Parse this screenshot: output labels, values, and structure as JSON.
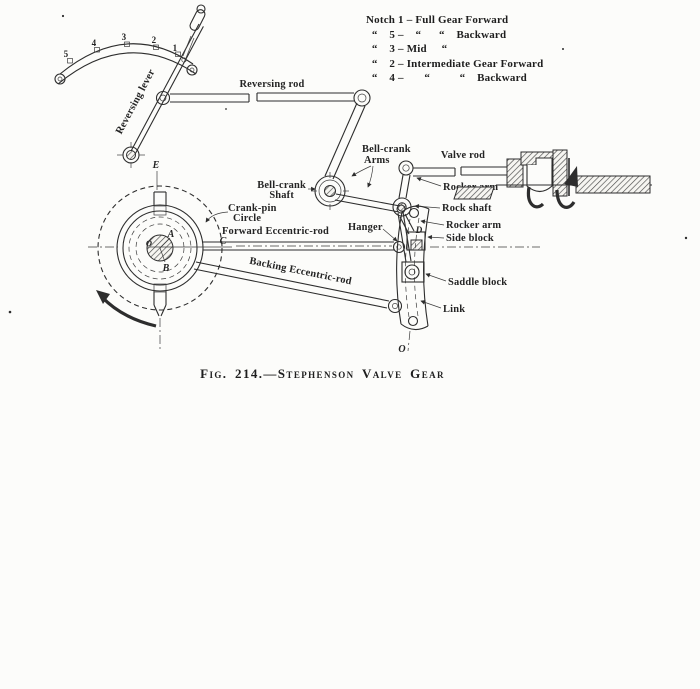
{
  "legend": {
    "lines": [
      "Notch 1 – Full Gear Forward",
      "  “    5 –    “      “    Backward",
      "  “    3 – Mid     “",
      "  “    2 – Intermediate Gear Forward",
      "  “    4 –       “          “    Backward"
    ]
  },
  "quadrant": {
    "notches": [
      "5",
      "4",
      "3",
      "2",
      "1"
    ]
  },
  "labels": {
    "reversing_lever": "Reversing lever",
    "reversing_rod": "Reversing rod",
    "bell_crank_arms_line1": "Bell-crank",
    "bell_crank_arms_line2": "Arms",
    "bell_crank_shaft_line1": "Bell-crank",
    "bell_crank_shaft_line2": "Shaft",
    "valve_rod": "Valve rod",
    "rocker_arm_upper": "Rocker arm",
    "rock_shaft": "Rock shaft",
    "rocker_arm_lower": "Rocker arm",
    "side_block": "Side block",
    "hanger": "Hanger",
    "saddle_block": "Saddle block",
    "link": "Link",
    "crank_pin_line1": "Crank-pin",
    "crank_pin_line2": "Circle",
    "forward_eccentric_rod": "Forward Eccentric-rod",
    "backing_eccentric_rod": "Backing Eccentric-rod"
  },
  "letters": {
    "e": "E",
    "a": "A",
    "o": "O",
    "b": "B",
    "c": "C",
    "d": "D",
    "link_end": "O"
  },
  "caption": {
    "text": "Fig. 214.—Stephenson Valve Gear"
  }
}
